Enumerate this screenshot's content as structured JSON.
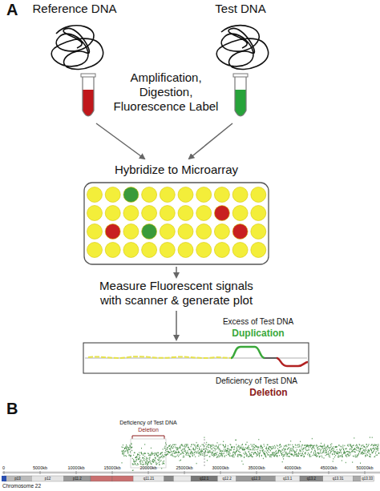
{
  "diagram": {
    "labels": [
      "A",
      "Reference DNA",
      "Test DNA",
      "Amplification, Digestion, Fluorescence Label",
      "Hybridize to Microarray",
      "Measure Fluorescent signals with scanner & generate plot",
      "Excess of Test DNA",
      "Duplication",
      "Deficiency of Test DNA",
      "Deletion",
      "B",
      "Deficiency of Test DNA",
      "Deletion",
      "0",
      "5000kb",
      "10000kb",
      "15000kb",
      "20000kb",
      "25000kb",
      "30000kb",
      "35000kb",
      "40000kb",
      "45000kb",
      "50000kb",
      "p13",
      "p12",
      "p11.2",
      "q11.21",
      "q12.1",
      "q12.2",
      "q12.3",
      "q13.1",
      "q13.2",
      "q13.31",
      "q13.33",
      "Chromosome 22"
    ]
  }
}
